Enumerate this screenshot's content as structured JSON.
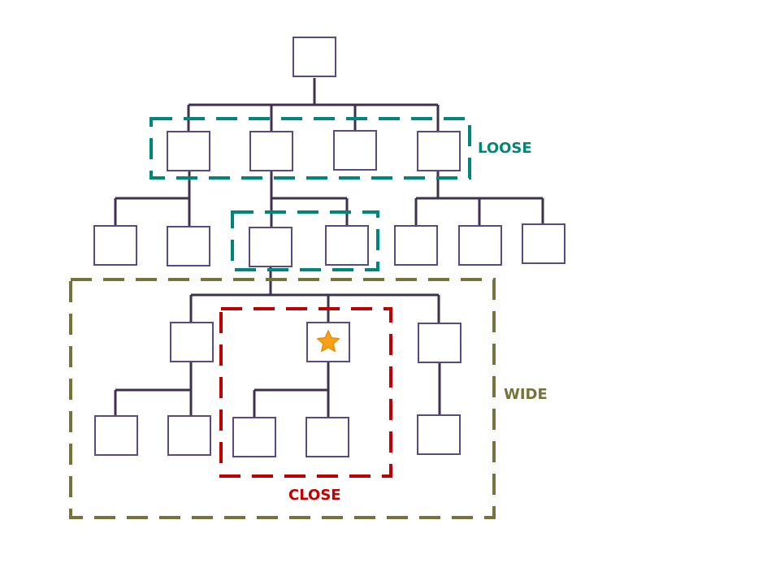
{
  "labels": {
    "loose": "LOOSE",
    "wide": "WIDE",
    "close": "CLOSE"
  },
  "colors": {
    "connector": "#3f3050",
    "node_border": "#5b4a80",
    "loose": "#00857a",
    "wide": "#76733a",
    "close": "#c00000",
    "star": "#f7a11a"
  },
  "highlighted_node_icon": "star-icon"
}
